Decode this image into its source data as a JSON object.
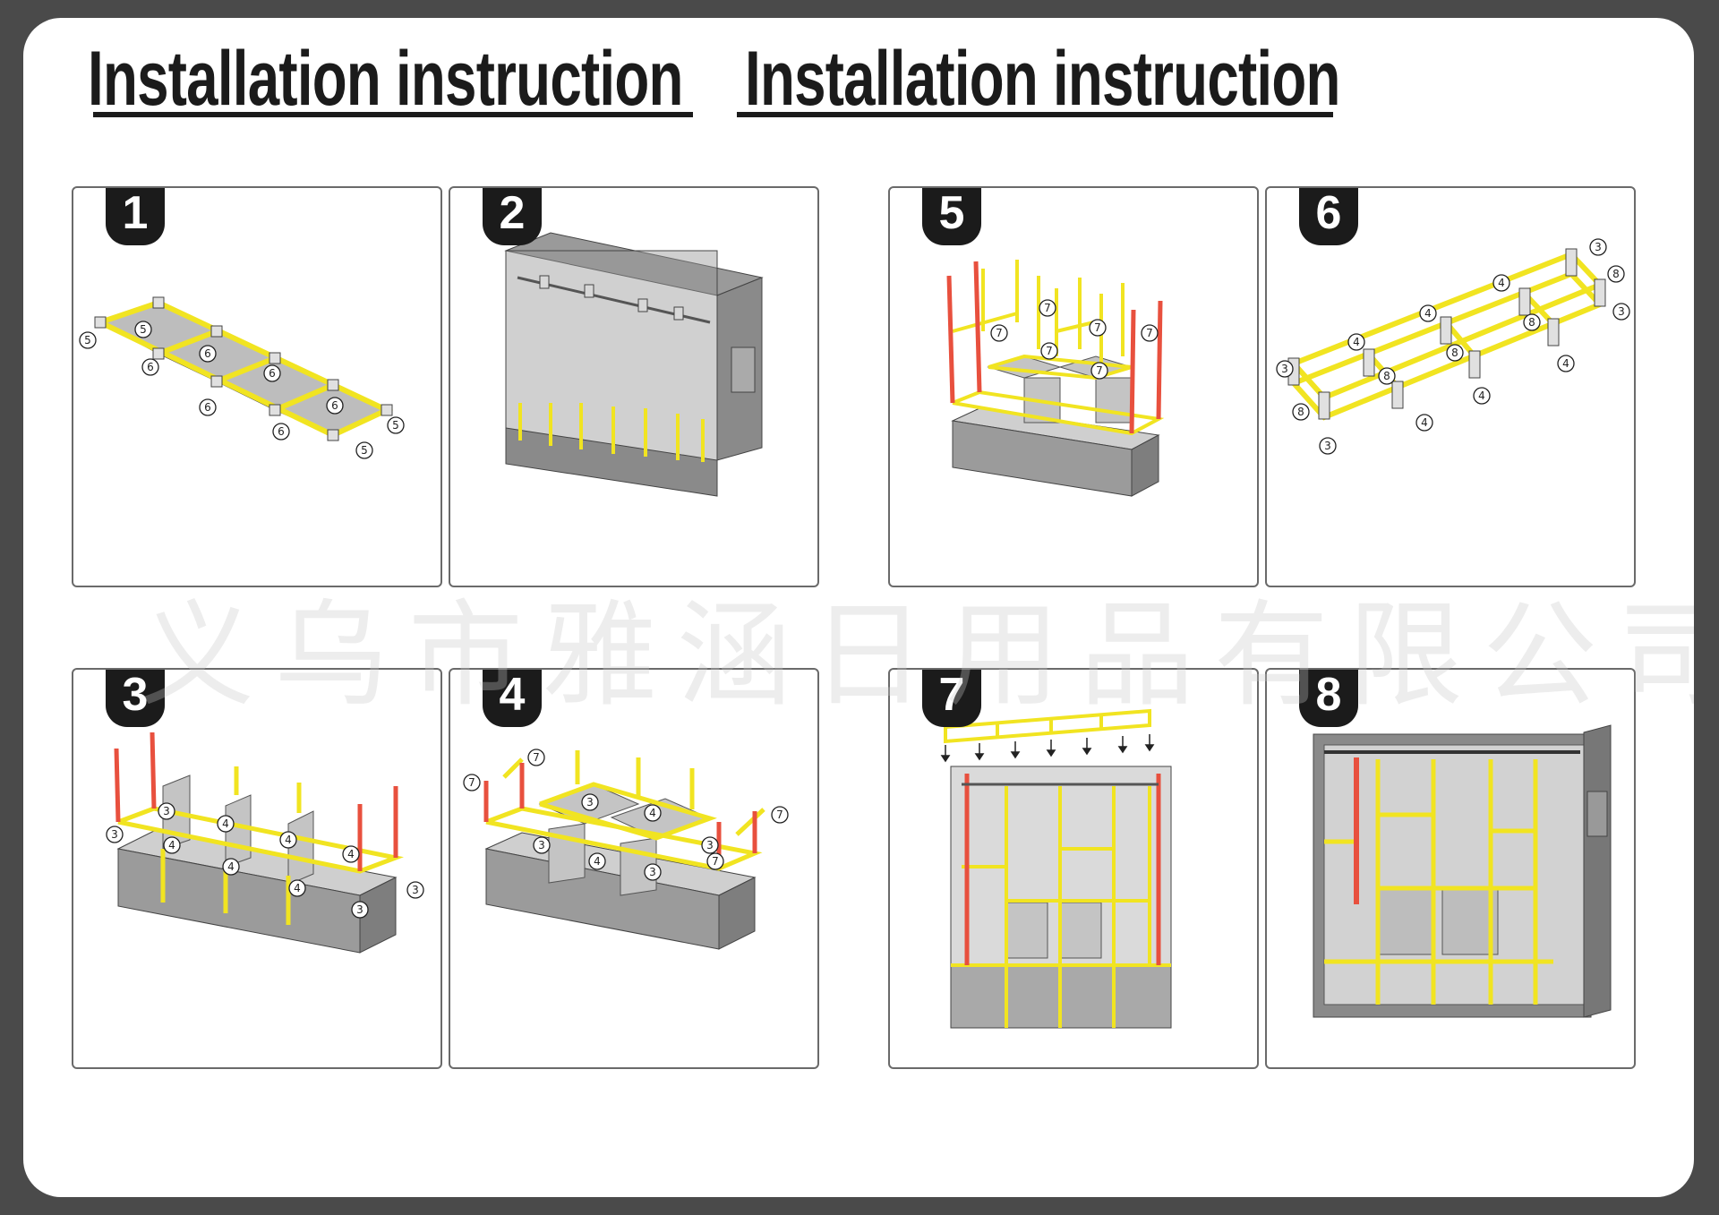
{
  "headings": [
    "Installation instruction",
    "Installation instruction"
  ],
  "watermark": "义乌市雅涵日用品有限公司",
  "steps": [
    "1",
    "2",
    "3",
    "4",
    "5",
    "6",
    "7",
    "8"
  ],
  "part_labels": {
    "n3": "3",
    "n4": "4",
    "n5": "5",
    "n6": "6",
    "n7": "7",
    "n8": "8"
  },
  "colors": {
    "frame_pole": "#f1e421",
    "end_pole": "#e8503e",
    "panel_gray": "#b9b9b9",
    "cover_gray": "#8a8a8a",
    "outline": "#1b1b1b"
  },
  "icons": [
    "step-badge",
    "connector-joint",
    "pole",
    "shelf-board",
    "down-arrow"
  ]
}
